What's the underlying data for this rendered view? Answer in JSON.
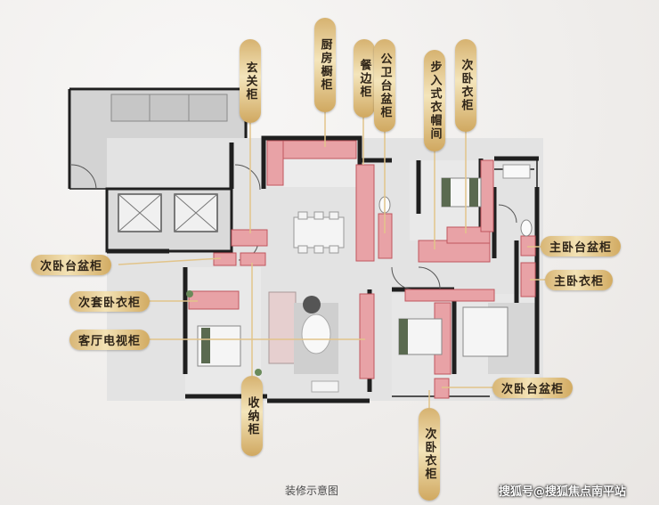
{
  "caption": "装修示意图",
  "watermark": "搜狐号@搜狐焦点南平站",
  "labels": {
    "xuanguan": "玄关柜",
    "chufang": "厨房橱柜",
    "canbian": "餐边柜",
    "gongwei": "公卫台盆柜",
    "buru": "步入式衣帽间",
    "ciwo_top": "次卧衣柜",
    "ciwo_taipen_left": "次卧台盆柜",
    "zhuwo_taipen": "主卧台盆柜",
    "zhuwo_yigui": "主卧衣柜",
    "citao_yigui": "次套卧衣柜",
    "keting_tv": "客厅电视柜",
    "shouna": "收纳柜",
    "ciwo_taipen_right": "次卧台盆柜",
    "ciwo_bottom": "次卧衣柜"
  },
  "colors": {
    "wall": "#1f1f1f",
    "cabinet": "#e8a2a6",
    "cabinet_stroke": "#c0565e",
    "floor": "#dddddd",
    "room": "#eeeeee",
    "gold": "#e2c48a"
  }
}
